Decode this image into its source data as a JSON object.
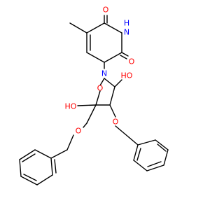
{
  "molecule": {
    "atom_labels": {
      "o_c4": "O",
      "nh": "H",
      "n_nh": "N",
      "o_c2": "O",
      "n1": "N",
      "o_ring": "O",
      "ho_top": "HO",
      "ho_left": "HO",
      "o_right_ether": "O",
      "o_left_ether": "O"
    },
    "colors": {
      "carbon_bond": "#000000",
      "oxygen": "#ff0000",
      "nitrogen": "#0000ff",
      "background": "#ffffff"
    }
  }
}
